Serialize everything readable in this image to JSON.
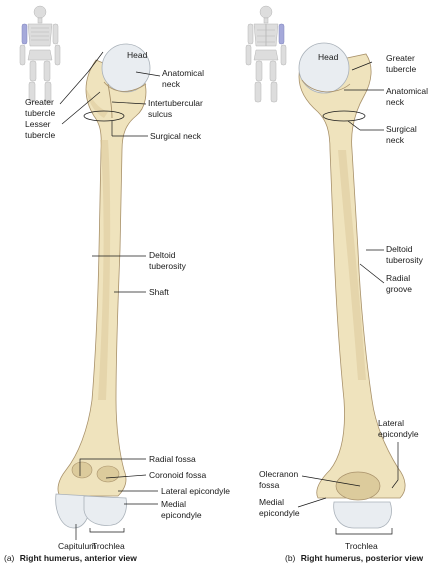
{
  "anterior": {
    "labels": {
      "head": "Head",
      "anatomical_neck_1": "Anatomical",
      "anatomical_neck_2": "neck",
      "greater_tubercle_1": "Greater",
      "greater_tubercle_2": "tubercle",
      "lesser_tubercle_1": "Lesser",
      "lesser_tubercle_2": "tubercle",
      "intertubercular_1": "Intertubercular",
      "intertubercular_2": "sulcus",
      "surgical_neck": "Surgical neck",
      "deltoid_1": "Deltoid",
      "deltoid_2": "tuberosity",
      "shaft": "Shaft",
      "radial_fossa": "Radial fossa",
      "coronoid_fossa": "Coronoid fossa",
      "lateral_epicondyle": "Lateral epicondyle",
      "medial_epicondyle_1": "Medial",
      "medial_epicondyle_2": "epicondyle",
      "capitulum": "Capitulum",
      "trochlea": "Trochlea"
    },
    "caption_letter": "(a)",
    "caption_text": "Right humerus, anterior view"
  },
  "posterior": {
    "labels": {
      "head": "Head",
      "greater_tubercle_1": "Greater",
      "greater_tubercle_2": "tubercle",
      "anatomical_neck_1": "Anatomical",
      "anatomical_neck_2": "neck",
      "surgical_neck_1": "Surgical",
      "surgical_neck_2": "neck",
      "deltoid_1": "Deltoid",
      "deltoid_2": "tuberosity",
      "radial_groove_1": "Radial",
      "radial_groove_2": "groove",
      "lateral_epicondyle_1": "Lateral",
      "lateral_epicondyle_2": "epicondyle",
      "olecranon_1": "Olecranon",
      "olecranon_2": "fossa",
      "medial_epicondyle_1": "Medial",
      "medial_epicondyle_2": "epicondyle",
      "trochlea": "Trochlea"
    },
    "caption_letter": "(b)",
    "caption_text": "Right humerus, posterior view"
  },
  "colors": {
    "bone": "#efe3bd",
    "bone_outline": "#a8916a",
    "cartilage": "#e9edf1",
    "skeleton": "#dddddd",
    "highlight": "#a5a9da"
  }
}
